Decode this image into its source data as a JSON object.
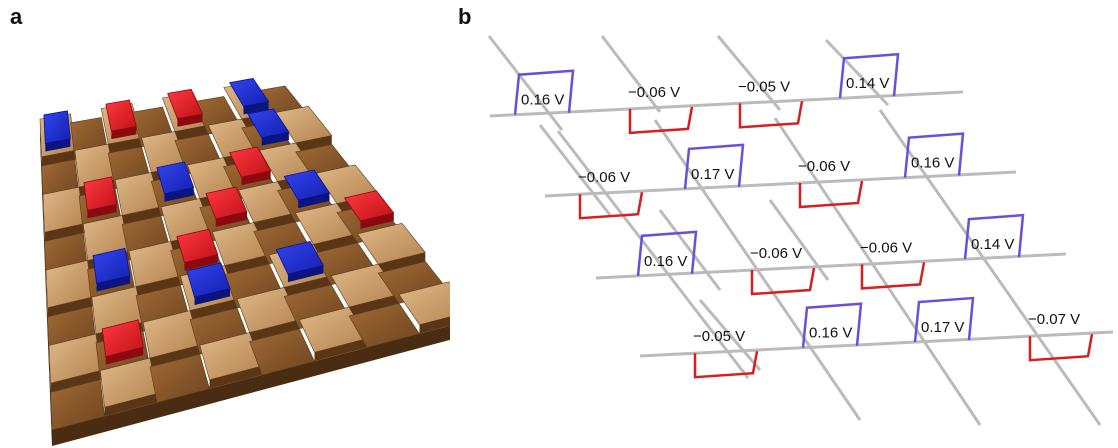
{
  "panel_labels": {
    "a": "a",
    "b": "b"
  },
  "colors": {
    "positive": "#6b4fd8",
    "negative": "#d42020",
    "wire": "#bbbbbb",
    "tile_blue": "#1f2fd8",
    "tile_red": "#e0202a",
    "wood_light": "#c89a66",
    "wood_dark": "#8a5a2c"
  },
  "panel_a": {
    "description_icons": [
      "checkerboard-surface-3d"
    ],
    "grid_rows": 8,
    "grid_cols": 8,
    "tiles": [
      {
        "row": 0,
        "col": 6,
        "color": "blue"
      },
      {
        "row": 0,
        "col": 0,
        "color": "blue"
      },
      {
        "row": 0,
        "col": 2,
        "color": "red"
      },
      {
        "row": 0,
        "col": 4,
        "color": "red"
      },
      {
        "row": 1,
        "col": 6,
        "color": "blue"
      },
      {
        "row": 2,
        "col": 5,
        "color": "red"
      },
      {
        "row": 2,
        "col": 3,
        "color": "blue"
      },
      {
        "row": 2,
        "col": 1,
        "color": "red"
      },
      {
        "row": 3,
        "col": 6,
        "color": "blue"
      },
      {
        "row": 3,
        "col": 4,
        "color": "red"
      },
      {
        "row": 4,
        "col": 3,
        "color": "red"
      },
      {
        "row": 4,
        "col": 1,
        "color": "blue"
      },
      {
        "row": 4,
        "col": 7,
        "color": "red"
      },
      {
        "row": 5,
        "col": 5,
        "color": "blue"
      },
      {
        "row": 5,
        "col": 3,
        "color": "blue"
      },
      {
        "row": 6,
        "col": 1,
        "color": "red"
      }
    ]
  },
  "panel_b": {
    "rows": [
      [
        {
          "label": "0.16 V",
          "sign": "positive"
        },
        {
          "label": "−0.06 V",
          "sign": "negative"
        },
        {
          "label": "−0.05 V",
          "sign": "negative"
        },
        {
          "label": "0.14 V",
          "sign": "positive"
        }
      ],
      [
        {
          "label": "−0.06 V",
          "sign": "negative"
        },
        {
          "label": "0.17 V",
          "sign": "positive"
        },
        {
          "label": "−0.06 V",
          "sign": "negative"
        },
        {
          "label": "0.16 V",
          "sign": "positive"
        }
      ],
      [
        {
          "label": "0.16 V",
          "sign": "positive"
        },
        {
          "label": "−0.06 V",
          "sign": "negative"
        },
        {
          "label": "−0.06 V",
          "sign": "negative"
        },
        {
          "label": "0.14 V",
          "sign": "positive"
        }
      ],
      [
        {
          "label": "−0.05 V",
          "sign": "negative"
        },
        {
          "label": "0.16 V",
          "sign": "positive"
        },
        {
          "label": "0.17 V",
          "sign": "positive"
        },
        {
          "label": "−0.07 V",
          "sign": "negative"
        }
      ]
    ]
  }
}
